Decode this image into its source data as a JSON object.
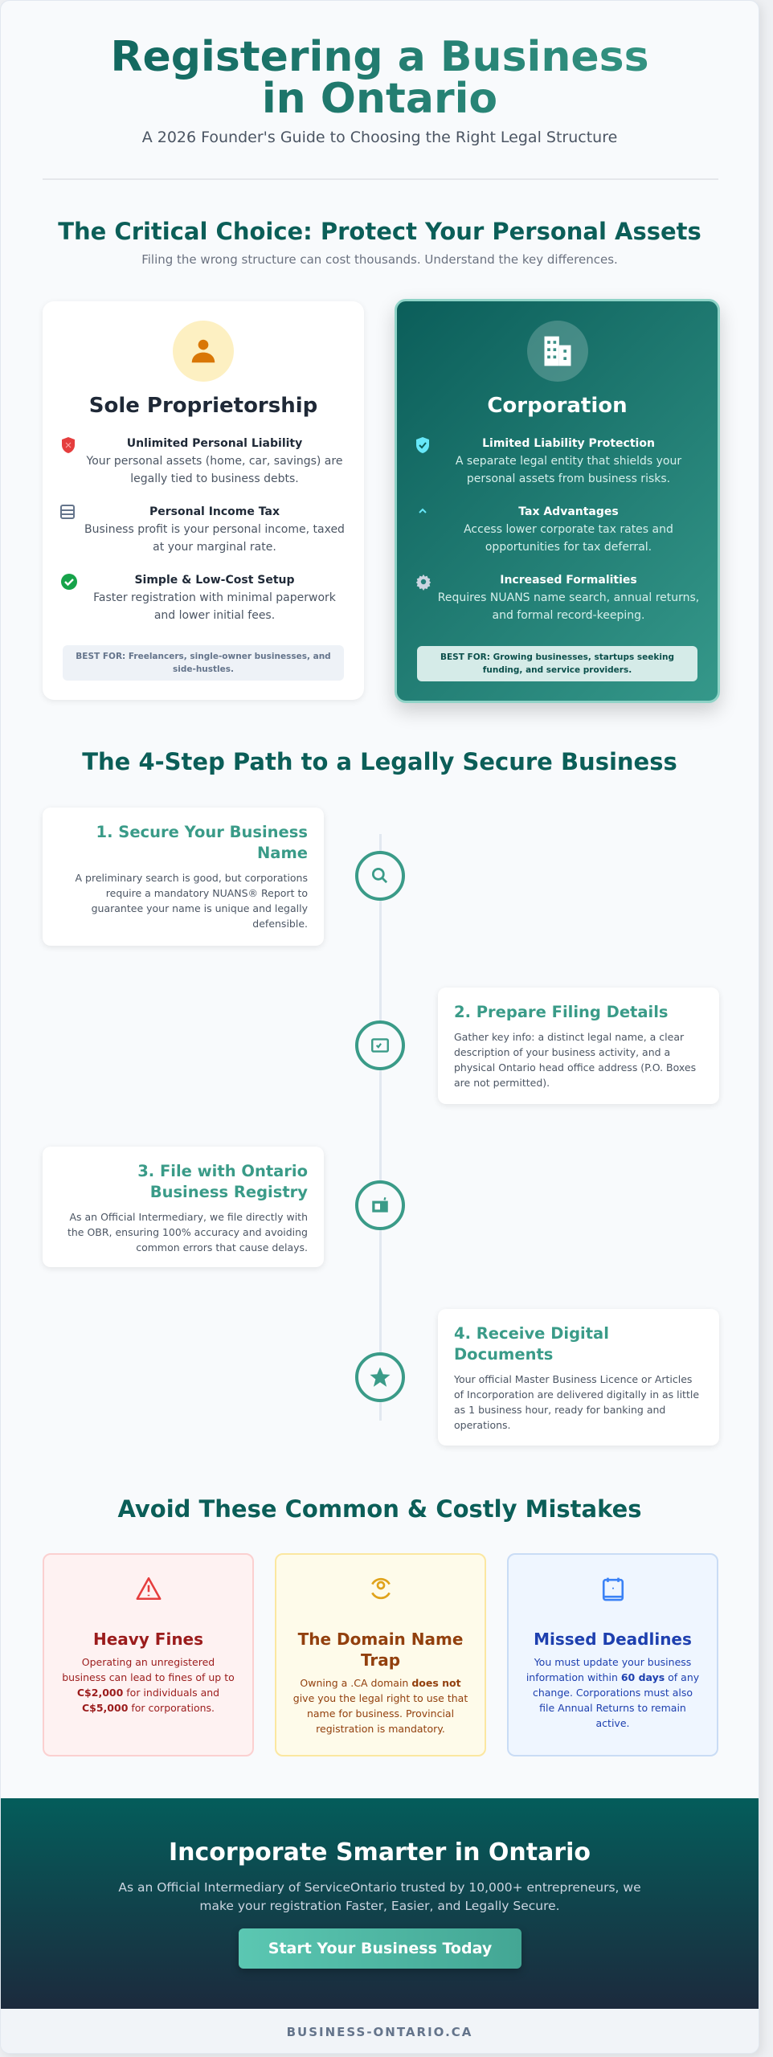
{
  "header": {
    "title": "Registering a Business in Ontario",
    "subtitle": "A 2026 Founder's Guide to Choosing the Right Legal Structure"
  },
  "choice": {
    "heading": "The Critical Choice: Protect Your Personal Assets",
    "subheading": "Filing the wrong structure can cost thousands. Understand the key differences.",
    "sole": {
      "icon": "person-icon",
      "title": "Sole Proprietorship",
      "features": [
        {
          "icon": "shield-x-icon",
          "color": "#e53e3e",
          "title": "Unlimited Personal Liability",
          "text": "Your personal assets (home, car, savings) are legally tied to business debts."
        },
        {
          "icon": "ledger-icon",
          "color": "#64748b",
          "title": "Personal Income Tax",
          "text": "Business profit is your personal income, taxed at your marginal rate."
        },
        {
          "icon": "check-circle-icon",
          "color": "#16a34a",
          "title": "Simple & Low-Cost Setup",
          "text": "Faster registration with minimal paperwork and lower initial fees."
        }
      ],
      "best_for": "BEST FOR: Freelancers, single-owner businesses, and side-hustles."
    },
    "corp": {
      "icon": "building-icon",
      "title": "Corporation",
      "features": [
        {
          "icon": "shield-check-icon",
          "color": "#67e8f9",
          "title": "Limited Liability Protection",
          "text": "A separate legal entity that shields your personal assets from business risks."
        },
        {
          "icon": "chevron-up-icon",
          "color": "#67e8f9",
          "title": "Tax Advantages",
          "text": "Access lower corporate tax rates and opportunities for tax deferral."
        },
        {
          "icon": "gear-icon",
          "color": "#cbd5e1",
          "title": "Increased Formalities",
          "text": "Requires NUANS name search, annual returns, and formal record-keeping."
        }
      ],
      "best_for": "BEST FOR: Growing businesses, startups seeking funding, and service providers."
    }
  },
  "steps": {
    "heading": "The 4-Step Path to a Legally Secure Business",
    "items": [
      {
        "icon": "search-icon",
        "title": "1. Secure Your Business Name",
        "text": "A preliminary search is good, but corporations require a mandatory NUANS® Report to guarantee your name is unique and legally defensible."
      },
      {
        "icon": "checkbox-icon",
        "title": "2. Prepare Filing Details",
        "text": "Gather key info: a distinct legal name, a clear description of your business activity, and a physical Ontario head office address (P.O. Boxes are not permitted)."
      },
      {
        "icon": "file-submit-icon",
        "title": "3. File with Ontario Business Registry",
        "text": "As an Official Intermediary, we file directly with the OBR, ensuring 100% accuracy and avoiding common errors that cause delays."
      },
      {
        "icon": "star-icon",
        "title": "4. Receive Digital Documents",
        "text": "Your official Master Business Licence or Articles of Incorporation are delivered digitally in as little as 1 business hour, ready for banking and operations."
      }
    ]
  },
  "mistakes": {
    "heading": "Avoid These Common & Costly Mistakes",
    "items": [
      {
        "icon": "warning-icon",
        "title": "Heavy Fines",
        "t1": "Operating an unregistered business can lead to fines of up to ",
        "b1": "C$2,000",
        "t2": " for individuals and ",
        "b2": "C$5,000",
        "t3": " for corporations.",
        "color": "#9b1c1c"
      },
      {
        "icon": "target-icon",
        "title": "The Domain Name Trap",
        "t1": "Owning a .CA domain ",
        "b1": "does not",
        "t2": " give you the legal right to use that name for business. Provincial registration is mandatory.",
        "color": "#92400e"
      },
      {
        "icon": "calendar-icon",
        "title": "Missed Deadlines",
        "t1": "You must update your business information within ",
        "b1": "60 days",
        "t2": " of any change. Corporations must also file Annual Returns to remain active.",
        "color": "#1e40af"
      }
    ]
  },
  "cta": {
    "heading": "Incorporate Smarter in Ontario",
    "text": "As an Official Intermediary of ServiceOntario trusted by 10,000+ entrepreneurs, we make your registration Faster, Easier, and Legally Secure.",
    "button": "Start Your Business Today"
  },
  "footer": {
    "text": "BUSINESS-ONTARIO.CA"
  }
}
